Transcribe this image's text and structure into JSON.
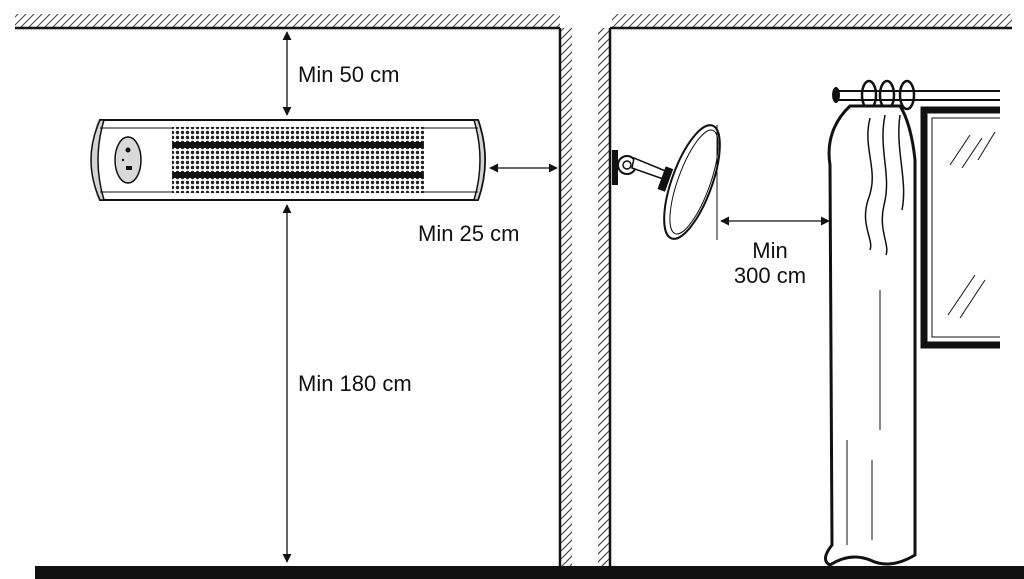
{
  "labels": {
    "ceiling_clearance": "Min 50 cm",
    "side_clearance": "Min 25 cm",
    "floor_clearance": "Min 180 cm",
    "curtain_clearance_line1": "Min",
    "curtain_clearance_line2": "300 cm"
  },
  "colors": {
    "line": "#111111",
    "hatch": "#444444",
    "grille": "#222222",
    "panel": "#d9d9d9",
    "background": "#ffffff"
  }
}
